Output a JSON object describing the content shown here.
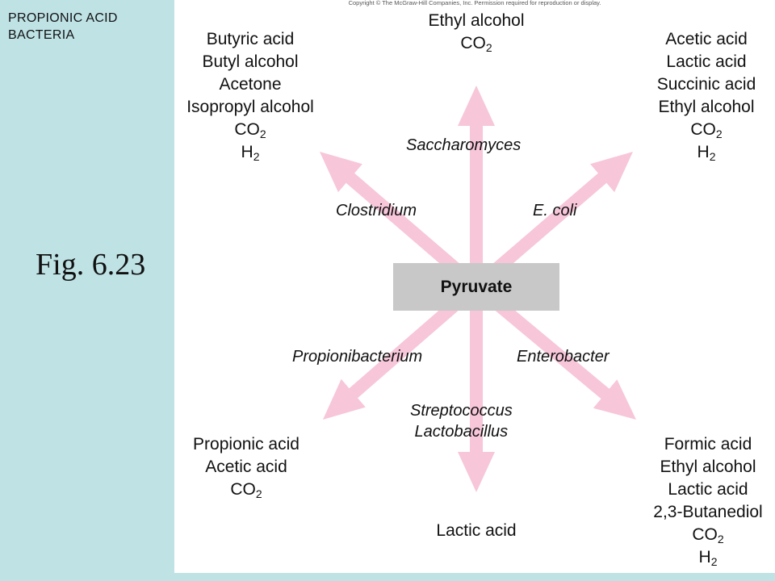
{
  "sidebar": {
    "corner_label_line1": "PROPIONIC ACID",
    "corner_label_line2": "BACTERIA",
    "figure_label": "Fig. 6.23"
  },
  "diagram": {
    "copyright": "Copyright © The McGraw-Hill Companies, Inc. Permission required for reproduction or display.",
    "center": "Pyruvate",
    "arrow_color": "#f7c6d9",
    "organisms": {
      "top": "Saccharomyces",
      "upper_left": "Clostridium",
      "upper_right": "E. coli",
      "lower_left": "Propionibacterium",
      "lower_right": "Enterobacter",
      "bottom_line1": "Streptococcus",
      "bottom_line2": "Lactobacillus"
    },
    "products": {
      "top": [
        {
          "text": "Ethyl alcohol",
          "sub": ""
        },
        {
          "text": "CO",
          "sub": "2"
        }
      ],
      "upper_left": [
        {
          "text": "Butyric acid",
          "sub": ""
        },
        {
          "text": "Butyl alcohol",
          "sub": ""
        },
        {
          "text": "Acetone",
          "sub": ""
        },
        {
          "text": "Isopropyl alcohol",
          "sub": ""
        },
        {
          "text": "CO",
          "sub": "2"
        },
        {
          "text": "H",
          "sub": "2"
        }
      ],
      "upper_right": [
        {
          "text": "Acetic acid",
          "sub": ""
        },
        {
          "text": "Lactic acid",
          "sub": ""
        },
        {
          "text": "Succinic acid",
          "sub": ""
        },
        {
          "text": "Ethyl alcohol",
          "sub": ""
        },
        {
          "text": "CO",
          "sub": "2"
        },
        {
          "text": "H",
          "sub": "2"
        }
      ],
      "lower_left": [
        {
          "text": "Propionic acid",
          "sub": ""
        },
        {
          "text": "Acetic acid",
          "sub": ""
        },
        {
          "text": "CO",
          "sub": "2"
        }
      ],
      "bottom": [
        {
          "text": "Lactic acid",
          "sub": ""
        }
      ],
      "lower_right": [
        {
          "text": "Formic acid",
          "sub": ""
        },
        {
          "text": "Ethyl alcohol",
          "sub": ""
        },
        {
          "text": "Lactic acid",
          "sub": ""
        },
        {
          "text": "2,3-Butanediol",
          "sub": ""
        },
        {
          "text": "CO",
          "sub": "2"
        },
        {
          "text": "H",
          "sub": "2"
        }
      ]
    }
  }
}
